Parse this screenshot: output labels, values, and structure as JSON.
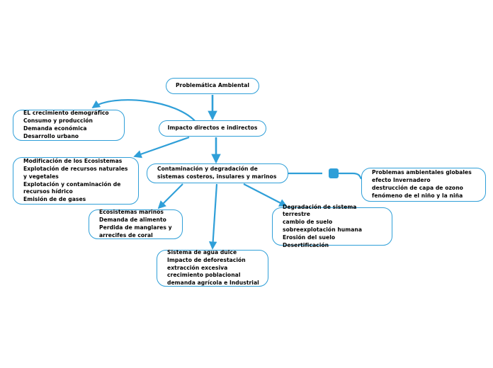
{
  "diagram": {
    "title": "Problemática Ambiental",
    "accent_color": "#2f9fd8",
    "node_fill": "#ffffff",
    "text_color": "#000000"
  },
  "nodes": {
    "root": {
      "label": "Problemática Ambiental"
    },
    "impacto": {
      "label": "Impacto directos e indirectos"
    },
    "contaminacion": {
      "label": "Contaminación y degradación de\nsistemas costeros, insulares y marinos"
    },
    "crecimiento": {
      "label": "EL crecimiento demográfico\nConsumo y producción\nDemanda económica\nDesarrollo urbano"
    },
    "modificacion": {
      "label": "Modificación de los Ecosistemas\nExplotación de recursos naturales\ny vegetales\nExplotación y contaminación de\nrecursos hídrico\nEmisión de de gases"
    },
    "ecosistemas": {
      "label": "Ecosistemas marinos\nDemanda de alimento\nPerdida de manglares y\narrecifes de coral"
    },
    "agua_dulce": {
      "label": "Sistema de agua dulce\nImpacto de deforestación\nextracción excesiva\ncrecimiento poblacional\ndemanda agrícola e Industrial"
    },
    "degradacion": {
      "label": "Degradación de sistema terrestre\ncambio de suelo\nsobreexplotación humana\nErosión del suelo\nDesertificación"
    },
    "globales": {
      "label": "Problemas ambientales globales\nefecto Invernadero\ndestrucción de capa de ozono\nfenómeno de el niño y la niña"
    }
  },
  "edges": [
    {
      "from": "root",
      "to": "impacto",
      "style": "straight-arrow"
    },
    {
      "from": "impacto",
      "to": "crecimiento",
      "style": "curved-arrow"
    },
    {
      "from": "impacto",
      "to": "contaminacion",
      "style": "straight-arrow"
    },
    {
      "from": "impacto",
      "to": "modificacion",
      "style": "diagonal-arrow"
    },
    {
      "from": "contaminacion",
      "to": "ecosistemas",
      "style": "diagonal-arrow"
    },
    {
      "from": "contaminacion",
      "to": "agua_dulce",
      "style": "straight-arrow"
    },
    {
      "from": "contaminacion",
      "to": "degradacion",
      "style": "diagonal-arrow"
    },
    {
      "from": "contaminacion",
      "to": "globales",
      "style": "connector-with-marker"
    }
  ]
}
